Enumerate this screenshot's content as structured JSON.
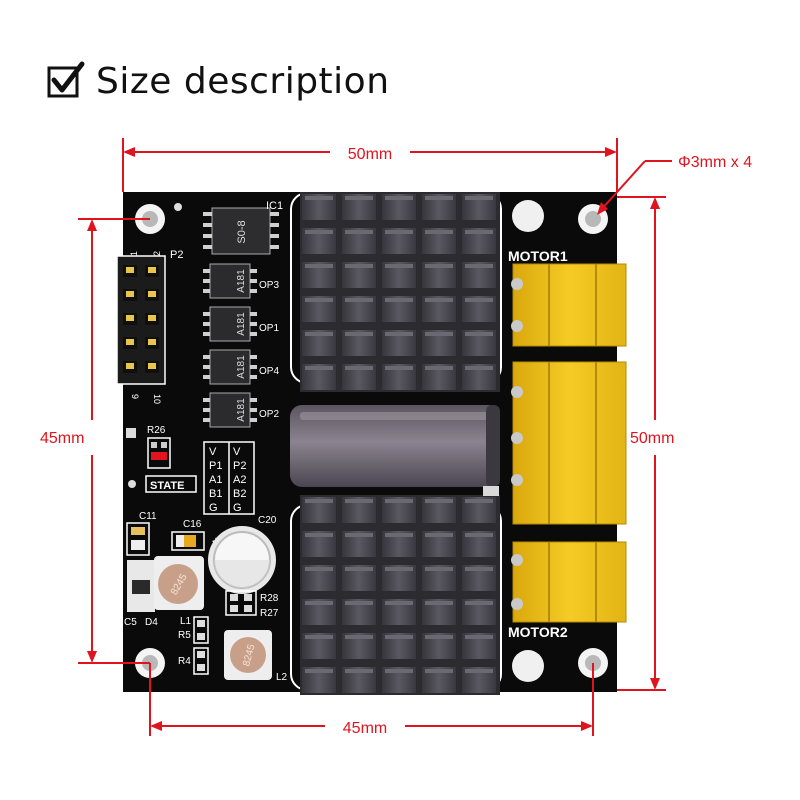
{
  "heading": {
    "title": "Size description",
    "icon": "checkbox-checked-icon"
  },
  "dimensions": {
    "top_width": "50mm",
    "hole_diameter": "Φ3mm x 4",
    "left_height": "45mm",
    "right_height": "50mm",
    "bottom_width": "45mm"
  },
  "board": {
    "ic1": "IC1",
    "ic1_mark": "S0-8",
    "p2": "P2",
    "header_pins": {
      "top_left": "1",
      "top_right": "2",
      "bottom_left": "9",
      "bottom_right": "10"
    },
    "opto_chips": [
      {
        "label": "OP3",
        "mark": "A181"
      },
      {
        "label": "OP1",
        "mark": "A181"
      },
      {
        "label": "OP4",
        "mark": "A181"
      },
      {
        "label": "OP2",
        "mark": "A181"
      }
    ],
    "r26": "R26",
    "state": "STATE",
    "pin_table_left": [
      "V",
      "P1",
      "A1",
      "B1",
      "G"
    ],
    "pin_table_right": [
      "V",
      "P2",
      "A2",
      "B2",
      "G"
    ],
    "c11": "C11",
    "c16": "C16",
    "c20": "C20",
    "plus": "+",
    "c5": "C5",
    "d4": "D4",
    "inductor_mark": "8245",
    "r28": "R28",
    "r27": "R27",
    "l1": "L1",
    "r5": "R5",
    "r4": "R4",
    "l2": "L2",
    "l2_mark": "8245",
    "motor1": "MOTOR1",
    "motor2": "MOTOR2"
  },
  "colors": {
    "dimension": "#e0141e",
    "pcb": "#0a0a0a",
    "silkscreen": "#ffffff",
    "heatsink": "#4a4850",
    "terminal": "#f2c21a",
    "capacitor": "#6e6870"
  }
}
